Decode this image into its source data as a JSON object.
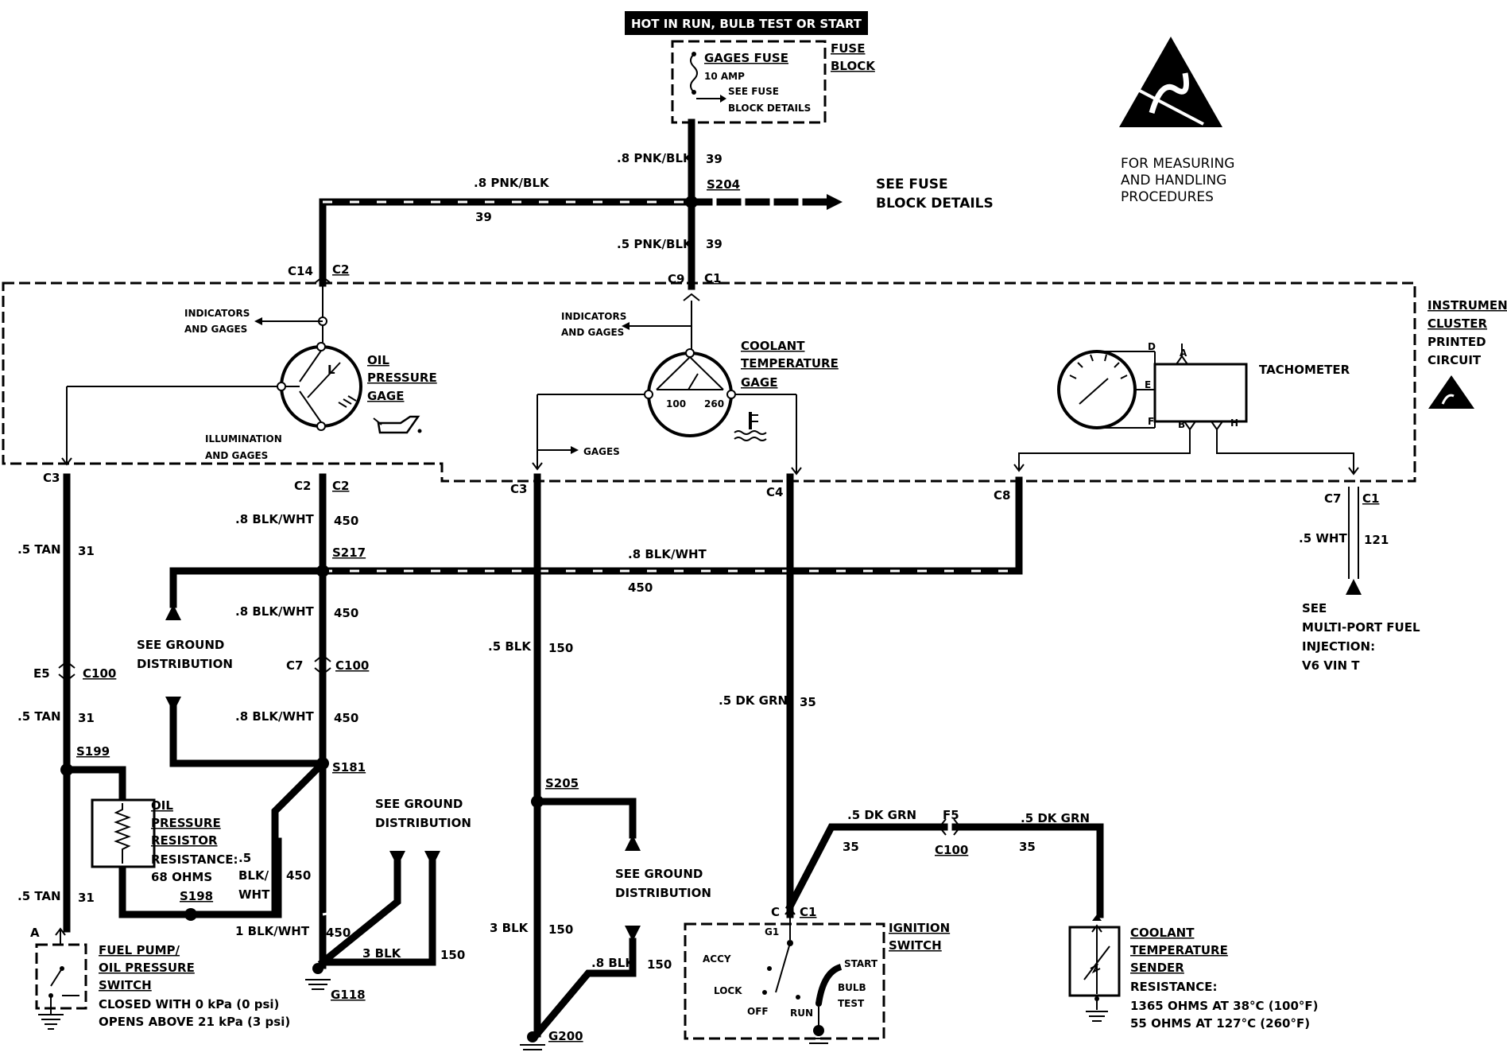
{
  "header": {
    "power_label": "HOT IN RUN, BULB TEST OR START"
  },
  "fuse_block": {
    "title_1": "FUSE",
    "title_2": "BLOCK",
    "fuse_name": "GAGES FUSE",
    "fuse_rating": "10 AMP",
    "see_1": "SEE FUSE",
    "see_2": "BLOCK DETAILS"
  },
  "esd_note": {
    "line1": "FOR MEASURING",
    "line2": "AND HANDLING",
    "line3": "PROCEDURES"
  },
  "cluster": {
    "line1": "INSTRUMENT",
    "line2": "CLUSTER",
    "line3": "PRINTED",
    "line4": "CIRCUIT"
  },
  "splices": {
    "s204": "S204",
    "s217": "S217",
    "s181": "S181",
    "s199": "S199",
    "s198": "S198",
    "s205": "S205"
  },
  "feed": {
    "top_wire": ".8 PNK/BLK",
    "top_circuit": "39",
    "left_wire": ".8 PNK/BLK",
    "left_circuit": "39",
    "down_wire": ".5 PNK/BLK",
    "down_circuit": "39",
    "see_1": "SEE FUSE",
    "see_2": "BLOCK DETAILS"
  },
  "connectors": {
    "c14": "C14",
    "c2_top": "C2",
    "c9": "C9",
    "c1_top": "C1",
    "c3_left": "C3",
    "c2_bot_a": "C2",
    "c2_bot_b": "C2",
    "c3_mid": "C3",
    "c4": "C4",
    "c8": "C8",
    "c7_right": "C7",
    "c1_right": "C1",
    "e5": "E5",
    "c100_a": "C100",
    "c7_mid": "C7",
    "c100_b": "C100",
    "f5": "F5",
    "c100_c": "C100",
    "c_ign": "C",
    "c1_ign": "C1",
    "g1": "G1",
    "a_pin": "A"
  },
  "oil_gage": {
    "indicators_1": "INDICATORS",
    "indicators_2": "AND GAGES",
    "title_1": "OIL",
    "title_2": "PRESSURE",
    "title_3": "GAGE",
    "illum_1": "ILLUMINATION",
    "illum_2": "AND GAGES",
    "l_mark": "L"
  },
  "coolant_gage": {
    "indicators_1": "INDICATORS",
    "indicators_2": "AND GAGES",
    "title_1": "COOLANT",
    "title_2": "TEMPERATURE",
    "title_3": "GAGE",
    "gages": "GAGES",
    "v100": "100",
    "v260": "260"
  },
  "tach": {
    "title": "TACHOMETER",
    "pin_a": "A",
    "pin_b": "B",
    "pin_d": "D",
    "pin_e": "E",
    "pin_f": "F",
    "pin_h": "H"
  },
  "wires": {
    "tan_1": ".5 TAN",
    "tan_1c": "31",
    "tan_2": ".5 TAN",
    "tan_2c": "31",
    "tan_3": ".5 TAN",
    "tan_3c": "31",
    "bw_1": ".8 BLK/WHT",
    "bw_1c": "450",
    "bw_2": ".8 BLK/WHT",
    "bw_2c": "450",
    "bw_3": ".8 BLK/WHT",
    "bw_3c": "450",
    "bw_h": ".8 BLK/WHT",
    "bw_hc": "450",
    "bw_4a": ".5",
    "bw_4b": "BLK/",
    "bw_4c": "WHT",
    "bw_4d": "450",
    "bw_5": "1 BLK/WHT",
    "bw_5c": "450",
    "blk_1": ".5 BLK",
    "blk_1c": "150",
    "blk_2": "3 BLK",
    "blk_2c": "150",
    "blk_3": "3 BLK",
    "blk_3c": "150",
    "blk_4": ".8 BLK",
    "blk_4c": "150",
    "grn_1": ".5 DK GRN",
    "grn_1c": "35",
    "grn_2": ".5 DK GRN",
    "grn_2c": "35",
    "grn_3": ".5 DK GRN",
    "grn_3c": "35",
    "wht_1": ".5 WHT",
    "wht_1c": "121"
  },
  "notes": {
    "ground_a1": "SEE GROUND",
    "ground_a2": "DISTRIBUTION",
    "ground_b1": "SEE GROUND",
    "ground_b2": "DISTRIBUTION",
    "ground_c1": "SEE GROUND",
    "ground_c2": "DISTRIBUTION",
    "mpfi_1": "SEE",
    "mpfi_2": "MULTI-PORT FUEL",
    "mpfi_3": "INJECTION:",
    "mpfi_4": "V6 VIN T"
  },
  "resistor": {
    "title_1": "OIL",
    "title_2": "PRESSURE",
    "title_3": "RESISTOR",
    "res_1": "RESISTANCE:",
    "res_2": "68 OHMS"
  },
  "grounds": {
    "g118": "G118",
    "g200": "G200"
  },
  "switch": {
    "title_1": "FUEL PUMP/",
    "title_2": "OIL PRESSURE",
    "title_3": "SWITCH",
    "closed": "CLOSED WITH 0 kPa (0 psi)",
    "opens": "OPENS ABOVE 21 kPa (3 psi)"
  },
  "ignition": {
    "title_1": "IGNITION",
    "title_2": "SWITCH",
    "accy": "ACCY",
    "lock": "LOCK",
    "off": "OFF",
    "run": "RUN",
    "start": "START",
    "bulb_1": "BULB",
    "bulb_2": "TEST"
  },
  "sender": {
    "title_1": "COOLANT",
    "title_2": "TEMPERATURE",
    "title_3": "SENDER",
    "res": "RESISTANCE:",
    "r1": "1365 OHMS AT 38°C (100°F)",
    "r2": "55 OHMS AT 127°C (260°F)"
  }
}
